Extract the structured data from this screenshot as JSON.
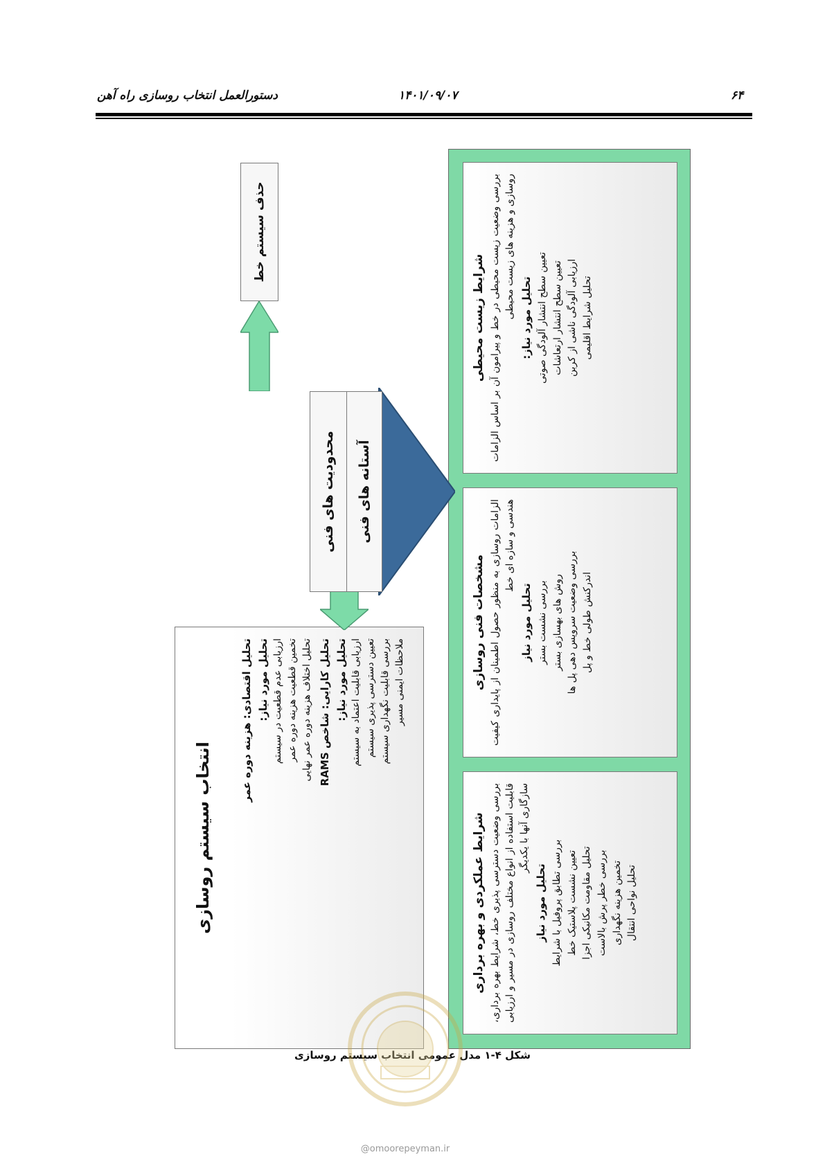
{
  "header": {
    "page_number": "۶۴",
    "date": "۱۴۰۱/۰۹/۰۷",
    "title": "دستورالعمل انتخاب روسازی راه آهن"
  },
  "diagram": {
    "selection_box": {
      "title": "انتخاب سیستم روسازی",
      "economic_title": "تحلیل اقتصادی: هزینه دوره عمر",
      "economic_need": "تحلیل مورد نیاز:",
      "economic_items": [
        "ارزیابی عدم قطعیت در سیستم",
        "تخمین قطعیت هزینه دوره عمر",
        "تحلیل اختلاف هزینه دوره عمر نهایی"
      ],
      "performance_title": "تحلیل کارایی: شاخص RAMS",
      "performance_need": "تحلیل مورد نیاز:",
      "performance_items": [
        "ارزیابی قابلیت اعتماد به سیستم",
        "تعیین دسترسی پذیری سیستم",
        "بررسی قابلیت نگهداری سیستم",
        "ملاحظات ایمنی مسیر"
      ]
    },
    "technical_box": {
      "row1": "محدودیت های فنی",
      "row2": "آستانه های فنی"
    },
    "delete_box": "حذف سیستم خط",
    "cards": [
      {
        "title": "شرایط عملکردی و بهره برداری",
        "intro": "بررسی وضعیت دسترسی پذیری خط، شرایط بهره برداری، قابلیت استفاده از انواع مختلف روسازی در مسیر و ارزیابی سازگاری آنها با یکدیگر",
        "need": "تحلیل مورد نیاز",
        "items": [
          "بررسی تطابق پروفیل با شرایط",
          "تعیین نشست پلاستیک خط",
          "تحلیل مقاومت مکانیکی اجزا",
          "بررسی خطر پرش بالاست",
          "تخمین هزینه نگهداری",
          "تحلیل نواحی انتقال"
        ]
      },
      {
        "title": "مشخصات فنی روسازی",
        "intro": "الزامات روسازی به منظور حصول اطمینان از پایداری کیفیت هندسی و سازه ای خط",
        "need": "تحلیل مورد نیاز",
        "items": [
          "بررسی نشست بستر",
          "روش های بهسازی بستر",
          "بررسی وضعیت سرویس دهی پل ها",
          "اندرکنش طولی خط و پل"
        ]
      },
      {
        "title": "شرایط زیست محیطی",
        "intro": "بررسی وضعیت زیست محیطی در خط و پیرامون آن بر اساس الزامات روسازی و هزینه های زیست محیطی",
        "need": "تحلیل مورد نیاز:",
        "items": [
          "تعیین سطح انتشار آلودگی صوتی",
          "تعیین سطح انتشار ارتعاشات",
          "ارزیابی آلودگی ناشی از کربن",
          "تحلیل شرایط اقلیمی"
        ]
      }
    ]
  },
  "caption": "شکل ۴-۱ مدل عمومی انتخاب سیستم روسازی",
  "watermark_url": "@omoorepeyman.ir",
  "colors": {
    "green_band": "#7fd9a6",
    "green_arrow": "#7ddba8",
    "blue_arrow": "#3b6a9a"
  }
}
